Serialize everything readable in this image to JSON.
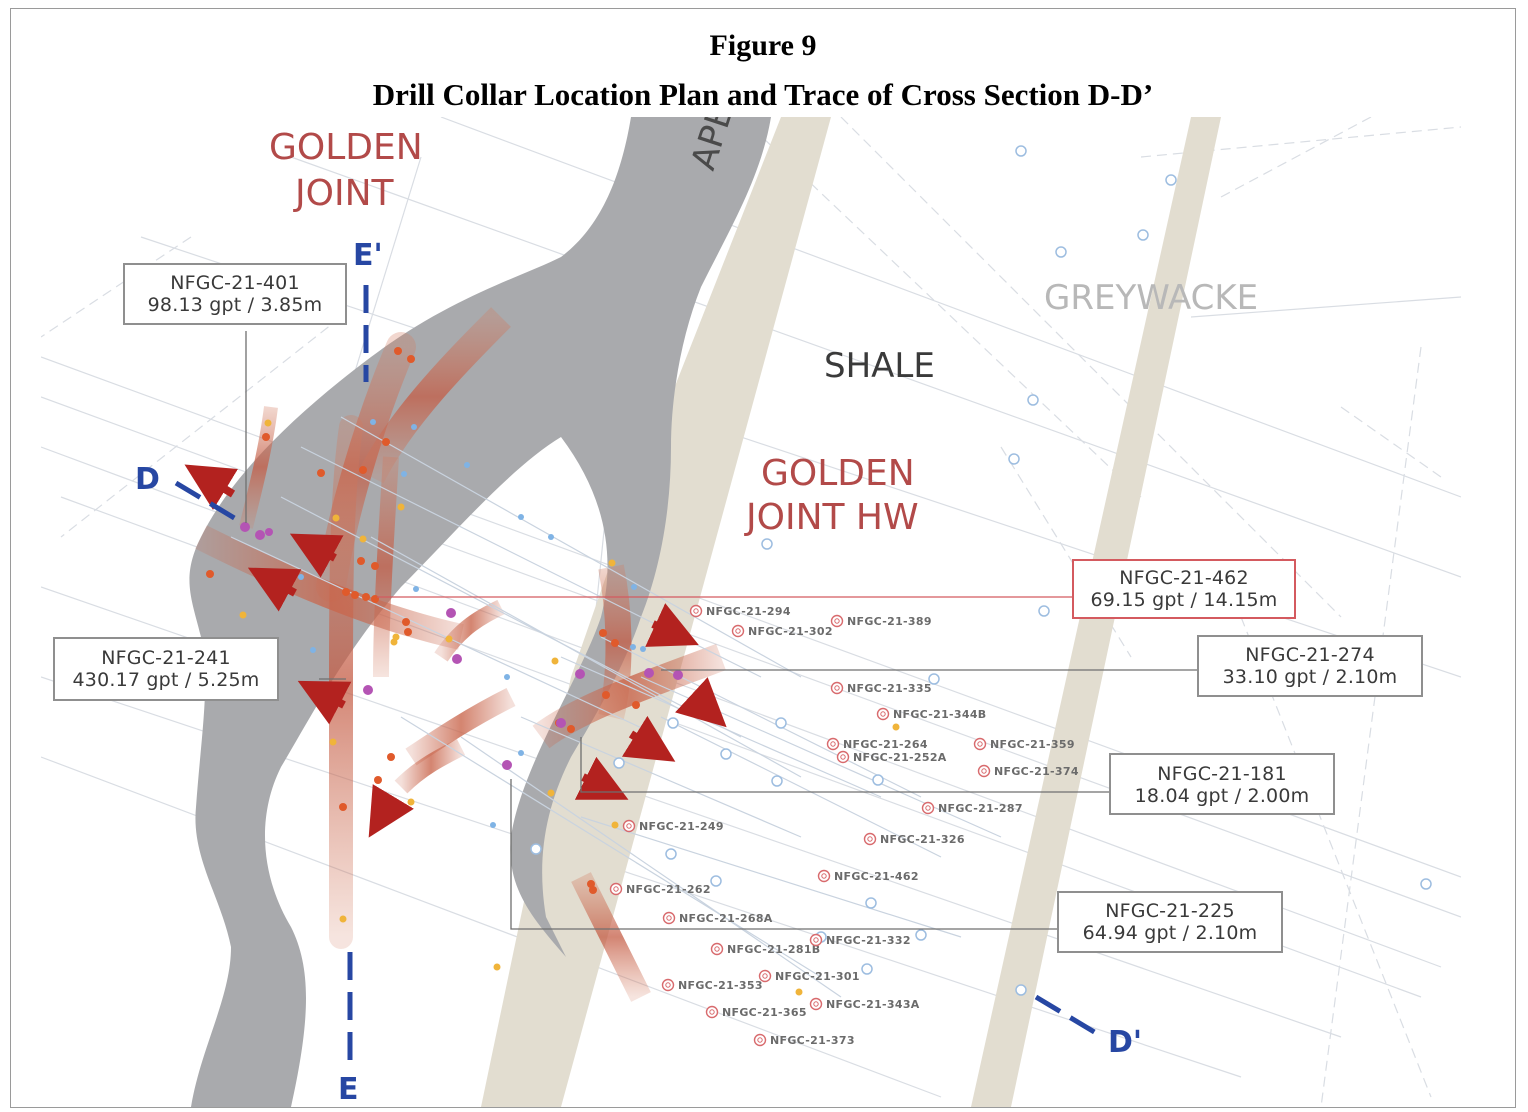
{
  "figure": {
    "number_label": "Figure 9",
    "title": "Drill Collar Location Plan and Trace of Cross Section D-D’"
  },
  "map": {
    "zones": {
      "golden_joint_line1": "GOLDEN",
      "golden_joint_line2": "JOINT",
      "golden_joint_hw_line1": "GOLDEN",
      "golden_joint_hw_line2": "JOINT HW"
    },
    "lithology": {
      "greywacke": "GREYWACKE",
      "shale": "SHALE",
      "apb": "APB"
    },
    "section_labels": {
      "d": "D",
      "d_prime": "D'",
      "e": "E",
      "e_prime": "E'"
    },
    "colors": {
      "apb_unit": "#a9aaad",
      "greywacke_band": "#e2ddd0",
      "vein_zone": "#c9664c",
      "section_trace": "#2747a3",
      "direction_arrow": "#b3221f",
      "collar_planned": "#d86a6d",
      "zone_label": "#b24a49"
    },
    "callouts": [
      {
        "id": "c401",
        "hole": "NFGC-21-401",
        "grade": "98.13 gpt / 3.85m",
        "border": "grey"
      },
      {
        "id": "c241",
        "hole": "NFGC-21-241",
        "grade": "430.17 gpt / 5.25m",
        "border": "grey"
      },
      {
        "id": "c462",
        "hole": "NFGC-21-462",
        "grade": "69.15 gpt / 14.15m",
        "border": "red"
      },
      {
        "id": "c274",
        "hole": "NFGC-21-274",
        "grade": "33.10 gpt / 2.10m",
        "border": "grey"
      },
      {
        "id": "c181",
        "hole": "NFGC-21-181",
        "grade": "18.04 gpt / 2.00m",
        "border": "grey"
      },
      {
        "id": "c225",
        "hole": "NFGC-21-225",
        "grade": "64.94 gpt / 2.10m",
        "border": "grey"
      }
    ],
    "collar_labels": [
      "NFGC-21-294",
      "NFGC-21-302",
      "NFGC-21-389",
      "NFGC-21-335",
      "NFGC-21-344B",
      "NFGC-21-264",
      "NFGC-21-252A",
      "NFGC-21-359",
      "NFGC-21-374",
      "NFGC-21-287",
      "NFGC-21-326",
      "NFGC-21-462",
      "NFGC-21-249",
      "NFGC-21-262",
      "NFGC-21-268A",
      "NFGC-21-281B",
      "NFGC-21-332",
      "NFGC-21-301",
      "NFGC-21-353",
      "NFGC-21-365",
      "NFGC-21-343A",
      "NFGC-21-373"
    ]
  }
}
